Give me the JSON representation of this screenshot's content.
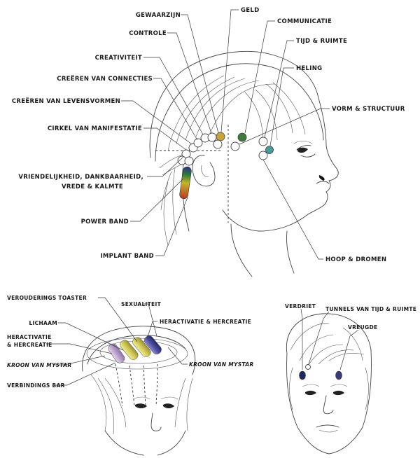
{
  "labels": {
    "gewaarzijn": "GEWAARZIJN",
    "geld": "GELD",
    "controle": "CONTROLE",
    "communicatie": "COMMUNICATIE",
    "tijd_ruimte": "TIJD & RUIMTE",
    "creativiteit": "CREATIVITEIT",
    "heling": "HELING",
    "creeren_connecties": "CREËREN VAN CONNECTIES",
    "creeren_levensvormen": "CREËREN VAN LEVENSVORMEN",
    "vorm_structuur": "VORM & STRUCTUUR",
    "cirkel_manifestatie": "CIRKEL VAN MANIFESTATIE",
    "vriendelijkheid_1": "VRIENDELIJKHEID, DANKBAARHEID,",
    "vriendelijkheid_2": "VREDE & KALMTE",
    "power_band": "POWER BAND",
    "implant_band": "IMPLANT BAND",
    "hoop_dromen": "HOOP & DROMEN",
    "verouderings_toaster": "VEROUDERINGS TOASTER",
    "sexualiteit": "SEXUALITEIT",
    "lichaam": "LICHAAM",
    "heractivatie_top": "HERACTIVATIE & HERCREATIE",
    "heractivatie_left_1": "HERACTIVATIE",
    "heractivatie_left_2": "& HERCREATIE",
    "kroon_mystar_left": "KROON VAN MYSTAR",
    "kroon_mystar_right": "KROON VAN MYSTAR",
    "verbindings_bar": "VERBINDINGS BAR",
    "verdriet": "VERDRIET",
    "tunnels": "TUNNELS VAN TIJD & RUIMTE",
    "vreugde": "VREUGDE"
  },
  "colors": {
    "geld_point": "#556b1e",
    "controle_point": "#c9a33a",
    "communicatie_point": "#3f7a3a",
    "heling_point": "#4a9a9a",
    "verdriet_point": "#1e2a5a",
    "vreugde_point": "#3a3a7a",
    "power_band": [
      "#2b2f8a",
      "#2d7a3a",
      "#c4b52a",
      "#c0762b",
      "#b23a2a"
    ],
    "crown_bars": [
      "#b9a0c9",
      "#d2c85a",
      "#4a4a9a"
    ]
  }
}
